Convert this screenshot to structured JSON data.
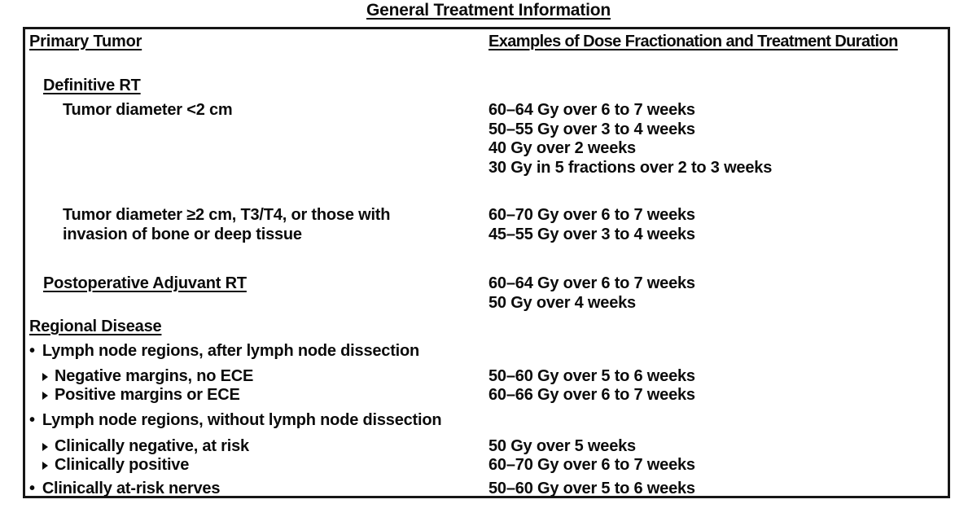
{
  "title": "General Treatment Information",
  "headers": {
    "left": "Primary Tumor",
    "right": "Examples of Dose Fractionation and Treatment Duration"
  },
  "primary_tumor": {
    "definitive_rt": {
      "label": "Definitive RT",
      "rows": [
        {
          "condition_lines": [
            "Tumor diameter <2 cm"
          ],
          "doses": [
            "60–64 Gy over 6 to 7 weeks",
            "50–55 Gy over 3 to 4 weeks",
            "40 Gy over 2 weeks",
            "30 Gy in 5 fractions over 2 to 3 weeks"
          ]
        },
        {
          "condition_lines": [
            "Tumor diameter ≥2 cm, T3/T4, or those with",
            "invasion of bone or deep tissue"
          ],
          "doses": [
            "60–70 Gy over 6 to 7 weeks",
            "45–55 Gy over 3 to 4 weeks"
          ]
        }
      ]
    },
    "postoperative_rt": {
      "label": "Postoperative Adjuvant RT",
      "doses": [
        "60–64 Gy over 6 to 7 weeks",
        "50 Gy over 4 weeks"
      ]
    }
  },
  "regional_disease": {
    "label": "Regional Disease",
    "items": [
      {
        "label": "Lymph node regions, after lymph node dissection",
        "subitems": [
          {
            "label": "Negative margins, no ECE",
            "dose": "50–60 Gy over 5 to 6 weeks"
          },
          {
            "label": "Positive margins or ECE",
            "dose": "60–66 Gy over 6 to 7 weeks"
          }
        ]
      },
      {
        "label": "Lymph node regions, without lymph node dissection",
        "subitems": [
          {
            "label": "Clinically negative, at risk",
            "dose": "50 Gy over 5 weeks"
          },
          {
            "label": "Clinically positive",
            "dose": "60–70 Gy over 6 to 7 weeks"
          }
        ]
      },
      {
        "label": "Clinically at-risk nerves",
        "dose": "50–60 Gy over 5 to 6 weeks"
      }
    ]
  }
}
